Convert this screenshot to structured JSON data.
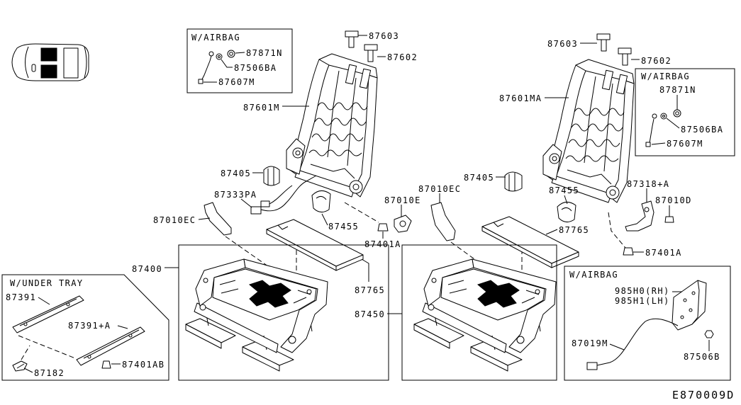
{
  "vehicle_icon": {
    "icon": "car-top-view-icon"
  },
  "left_airbag_inset": {
    "title": "W/AIRBAG",
    "callouts": [
      "87871N",
      "87506BA",
      "87607M"
    ]
  },
  "right_airbag_inset": {
    "title": "W/AIRBAG",
    "callouts": [
      "87871N",
      "87506BA",
      "87607M"
    ]
  },
  "under_tray_inset": {
    "title": "W/UNDER TRAY",
    "callouts": [
      "87391",
      "87391+A",
      "87401AB",
      "87182"
    ]
  },
  "side_airbag_inset": {
    "title": "W/AIRBAG",
    "callouts": [
      "985H0(RH)",
      "985H1(LH)",
      "87019M",
      "87506B"
    ]
  },
  "left_seat": {
    "callouts": [
      "87603",
      "87602",
      "87601M",
      "87405",
      "87333PA",
      "87010EC",
      "87455",
      "87401A",
      "87010E",
      "87400",
      "87765"
    ]
  },
  "right_seat": {
    "callouts": [
      "87010EC",
      "87450",
      "87603",
      "87602",
      "87601MA",
      "87405",
      "87455",
      "87765",
      "87318+A",
      "87010D",
      "87401A"
    ]
  },
  "diagram_code": "E870009D"
}
